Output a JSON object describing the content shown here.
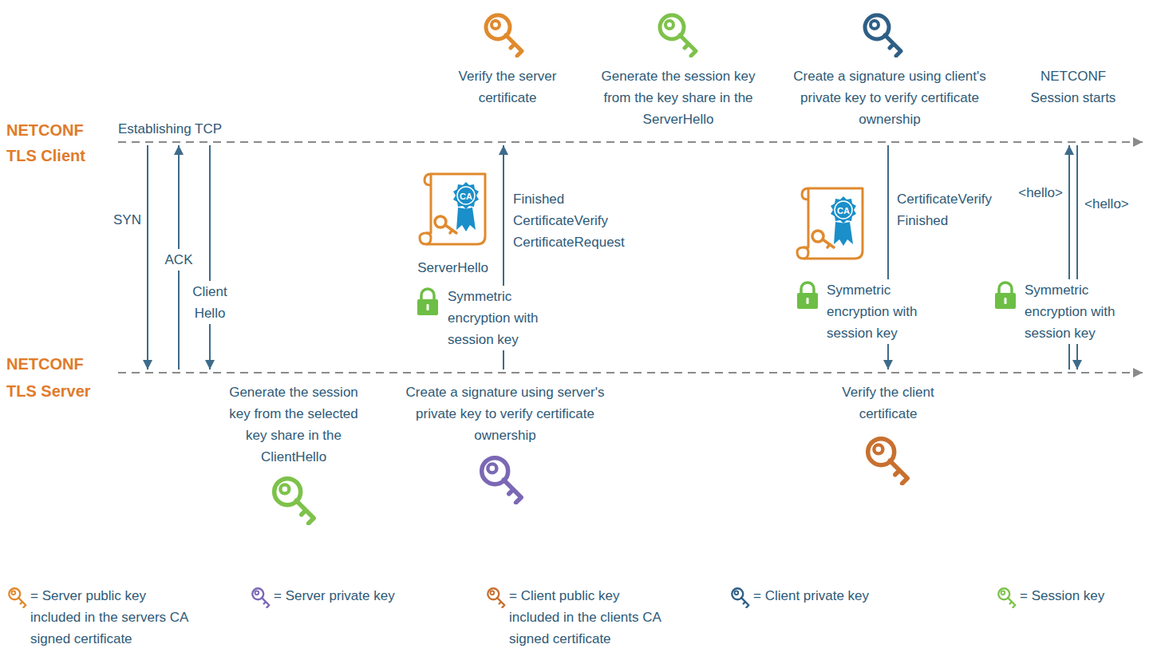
{
  "diagram": {
    "nodes": [
      {
        "text": [
          "NETCONF TLS Client"
        ]
      },
      {
        "text": [
          "NETCONF TLS Server"
        ]
      }
    ],
    "edges": [
      {
        "from": 0,
        "to": 1,
        "label": "SYN",
        "arrow": "to"
      },
      {
        "from": 1,
        "to": 0,
        "label": "ACK",
        "arrow": "to"
      },
      {
        "from": 0,
        "to": 1,
        "label": "Client Hello",
        "arrow": "to"
      },
      {
        "from": 1,
        "to": 0,
        "label": "Finished CertificateVerify CertificateRequest",
        "arrow": "to"
      },
      {
        "from": 0,
        "to": 1,
        "label": "CertificateVerify Finished",
        "arrow": "to"
      },
      {
        "from": 1,
        "to": 0,
        "label": "<hello>",
        "arrow": "to"
      },
      {
        "from": 0,
        "to": 1,
        "label": "<hello>",
        "arrow": "to"
      }
    ],
    "labels": [
      "Establishing TCP",
      "Verify the server certificate",
      "Generate the session key from the key share in the ServerHello",
      "Create a signature using client's private key to verify certificate ownership",
      "NETCONF Session starts",
      "CA",
      "ServerHello",
      "Symmetric encryption with session key",
      "CA",
      "Symmetric encryption with session key",
      "Symmetric encryption with session key",
      "Generate the session key from the selected key share in the ClientHello",
      "Create a signature using server's private key to verify certificate ownership",
      "Verify the client certificate"
    ],
    "legend": [
      {
        "text": "= Server public key included in the servers CA signed certificate"
      },
      {
        "text": "= Server private key"
      },
      {
        "text": "= Client public key included in the clients CA signed certificate"
      },
      {
        "text": "= Client private key"
      },
      {
        "text": "= Session key"
      }
    ]
  }
}
